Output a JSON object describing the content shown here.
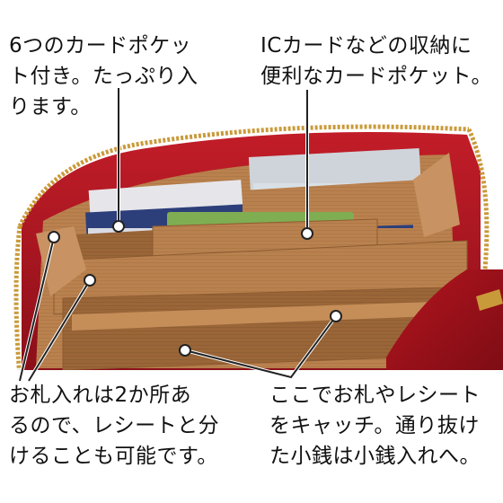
{
  "captions": {
    "top_left": [
      "6つのカードポケッ",
      "ト付き。たっぷり入",
      "ります。"
    ],
    "top_right": [
      "ICカードなどの収納に",
      "便利なカードポケット。"
    ],
    "bottom_left": [
      "お札入れは2か所あ",
      "るので、レシートと分",
      "けることも可能です。"
    ],
    "bottom_right": [
      "ここでお札やレシート",
      "をキャッチ。通り抜け",
      "た小銭は小銭入れへ。"
    ]
  },
  "colors": {
    "wallet_red": "#a3141e",
    "lining_tan": "#b9814e",
    "zipper_gold": "#c99a3a",
    "card_blue": "#2d3f7a",
    "card_green": "#7fae52"
  }
}
